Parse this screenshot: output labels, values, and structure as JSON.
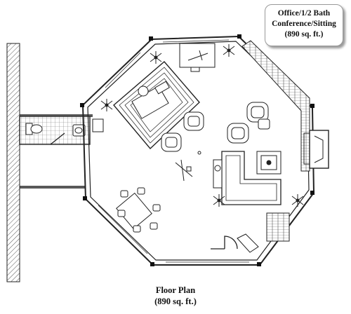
{
  "label_box": {
    "line1": "Office/1/2 Bath",
    "line2": "Conference/Sitting",
    "line3": "(890 sq. ft.)"
  },
  "caption": {
    "title": "Floor Plan",
    "area": "(890 sq. ft.)"
  }
}
